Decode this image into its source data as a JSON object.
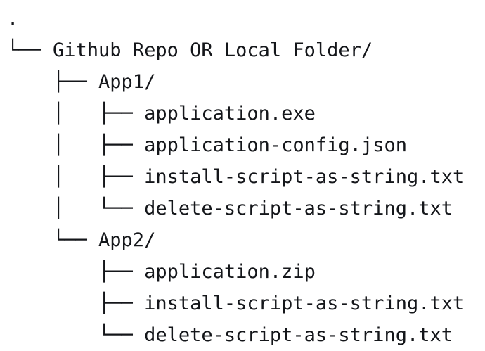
{
  "view": {
    "kind": "directory-tree",
    "background_color": "#ffffff",
    "text_color": "#14161a",
    "font_kind": "monospace"
  },
  "tree": {
    "root_label": ".",
    "lines": [
      {
        "prefix": "",
        "label": ".",
        "depth": 0,
        "connector": "none",
        "name": "tree-line-root-dot"
      },
      {
        "prefix": "└── ",
        "label": "Github Repo OR Local Folder/",
        "depth": 0,
        "connector": "last",
        "name": "tree-line-github-repo-or-local-folder"
      },
      {
        "prefix": "    ├── ",
        "label": "App1/",
        "depth": 1,
        "connector": "branch",
        "name": "tree-line-app1"
      },
      {
        "prefix": "    │   ├── ",
        "label": "application.exe",
        "depth": 2,
        "connector": "branch",
        "name": "tree-line-app1-application-exe"
      },
      {
        "prefix": "    │   ├── ",
        "label": "application-config.json",
        "depth": 2,
        "connector": "branch",
        "name": "tree-line-app1-application-config-json"
      },
      {
        "prefix": "    │   ├── ",
        "label": "install-script-as-string.txt",
        "depth": 2,
        "connector": "branch",
        "name": "tree-line-app1-install-script-as-string-txt"
      },
      {
        "prefix": "    │   └── ",
        "label": "delete-script-as-string.txt",
        "depth": 2,
        "connector": "last",
        "name": "tree-line-app1-delete-script-as-string-txt"
      },
      {
        "prefix": "    └── ",
        "label": "App2/",
        "depth": 1,
        "connector": "last",
        "name": "tree-line-app2"
      },
      {
        "prefix": "        ├── ",
        "label": "application.zip",
        "depth": 2,
        "connector": "branch",
        "name": "tree-line-app2-application-zip"
      },
      {
        "prefix": "        ├── ",
        "label": "install-script-as-string.txt",
        "depth": 2,
        "connector": "branch",
        "name": "tree-line-app2-install-script-as-string-txt"
      },
      {
        "prefix": "        └── ",
        "label": "delete-script-as-string.txt",
        "depth": 2,
        "connector": "last",
        "name": "tree-line-app2-delete-script-as-string-txt"
      }
    ]
  }
}
